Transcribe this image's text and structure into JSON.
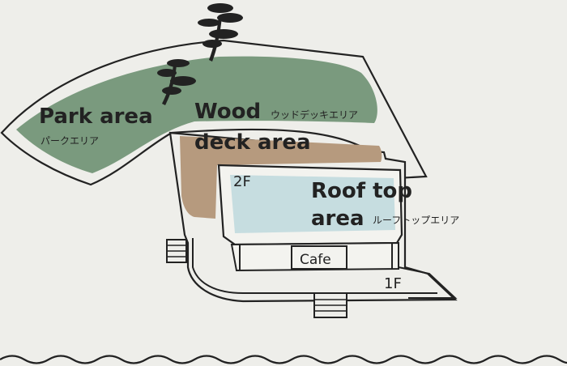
{
  "colors": {
    "background": "#eeeeea",
    "outline": "#222222",
    "park": "#7a9a7e",
    "wood_deck": "#b69a7e",
    "roof_top": "#c6dde0",
    "building": "#f3f3ef"
  },
  "park": {
    "title": "Park area",
    "subtitle": "パークエリア"
  },
  "wood_deck": {
    "title_line1": "Wood",
    "title_line2": "deck area",
    "subtitle": "ウッドデッキエリア"
  },
  "roof_top": {
    "title_line1": "Roof top",
    "title_line2": "area",
    "subtitle": "ルーフトップエリア"
  },
  "floors": {
    "upper": "2F",
    "ground": "1F"
  },
  "cafe": {
    "label": "Cafe"
  },
  "icons": {
    "tree": "pine-tree-icon",
    "stairs": "stairs-icon",
    "water": "water-wave-icon"
  }
}
